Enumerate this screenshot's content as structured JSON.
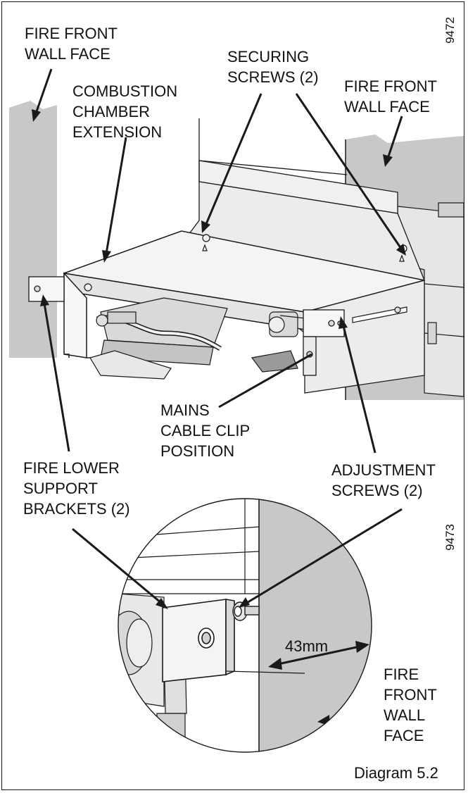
{
  "labels": {
    "fire_front_wall_left": [
      "FIRE FRONT",
      "WALL FACE"
    ],
    "combustion_chamber": [
      "COMBUSTION",
      "CHAMBER",
      "EXTENSION"
    ],
    "securing_screws": [
      "SECURING",
      "SCREWS (2)"
    ],
    "fire_front_wall_right": [
      "FIRE FRONT",
      "WALL FACE"
    ],
    "mains_cable_clip": [
      "MAINS",
      "CABLE CLIP",
      "POSITION"
    ],
    "fire_lower_support": [
      "FIRE LOWER",
      "SUPPORT",
      "BRACKETS (2)"
    ],
    "adjustment_screws": [
      "ADJUSTMENT",
      "SCREWS (2)"
    ],
    "fire_front_wall_detail": [
      "FIRE",
      "FRONT",
      "WALL",
      "FACE"
    ]
  },
  "dimension": "43mm",
  "figure_codes": {
    "top": "9472",
    "detail": "9473"
  },
  "caption": "Diagram 5.2",
  "colors": {
    "wall_grey": "#c8c8c8",
    "line": "#1a1a1a",
    "metal_light": "#eeeeee",
    "metal_mid": "#d6d6d6"
  }
}
